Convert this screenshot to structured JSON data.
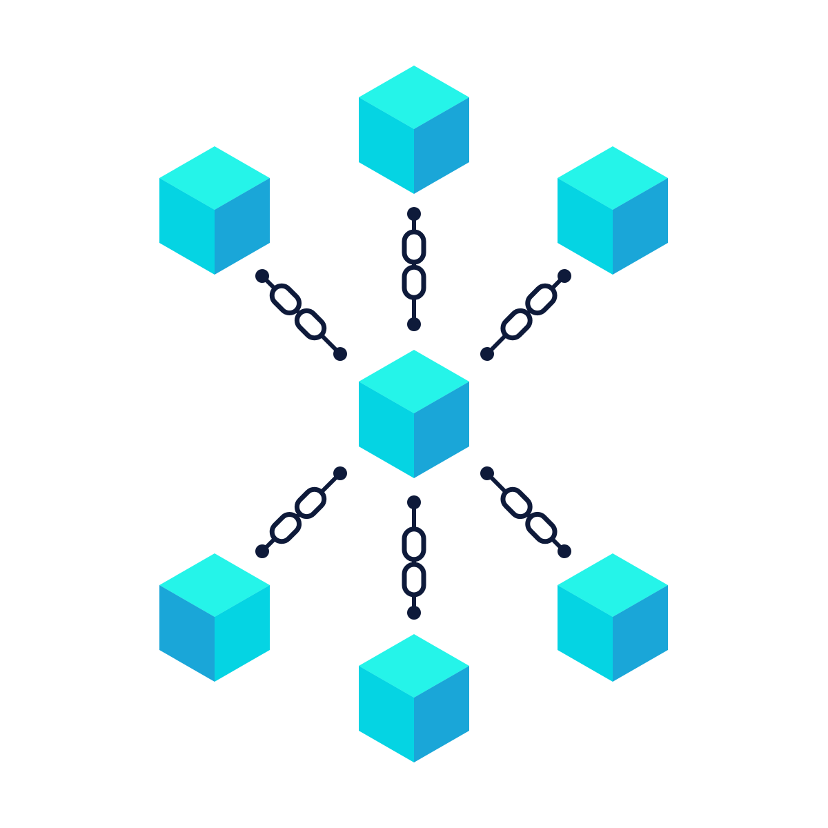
{
  "diagram": {
    "type": "hub-and-spoke",
    "colors": {
      "cube_top": "#25F4E9",
      "cube_left": "#05D4E3",
      "cube_right": "#1AA6D8",
      "cube_left_alt": "#1AA6D8",
      "cube_right_alt": "#05D4E3",
      "chain": "#0E1A3A",
      "background": "#FFFFFF"
    },
    "hub": {
      "id": "center-block",
      "icon": "cube-icon"
    },
    "nodes": [
      {
        "id": "top-block",
        "icon": "cube-icon",
        "direction": "up",
        "shading": "normal"
      },
      {
        "id": "upper-left-block",
        "icon": "cube-icon",
        "direction": "upper-left",
        "shading": "normal"
      },
      {
        "id": "upper-right-block",
        "icon": "cube-icon",
        "direction": "upper-right",
        "shading": "normal"
      },
      {
        "id": "lower-left-block",
        "icon": "cube-icon",
        "direction": "lower-left",
        "shading": "reversed"
      },
      {
        "id": "lower-right-block",
        "icon": "cube-icon",
        "direction": "lower-right",
        "shading": "normal"
      },
      {
        "id": "bottom-block",
        "icon": "cube-icon",
        "direction": "down",
        "shading": "normal"
      }
    ],
    "links": [
      {
        "from": "center-block",
        "to": "top-block",
        "icon": "chain-link-icon"
      },
      {
        "from": "center-block",
        "to": "upper-left-block",
        "icon": "chain-link-icon"
      },
      {
        "from": "center-block",
        "to": "upper-right-block",
        "icon": "chain-link-icon"
      },
      {
        "from": "center-block",
        "to": "lower-left-block",
        "icon": "chain-link-icon"
      },
      {
        "from": "center-block",
        "to": "lower-right-block",
        "icon": "chain-link-icon"
      },
      {
        "from": "center-block",
        "to": "bottom-block",
        "icon": "chain-link-icon"
      }
    ]
  }
}
